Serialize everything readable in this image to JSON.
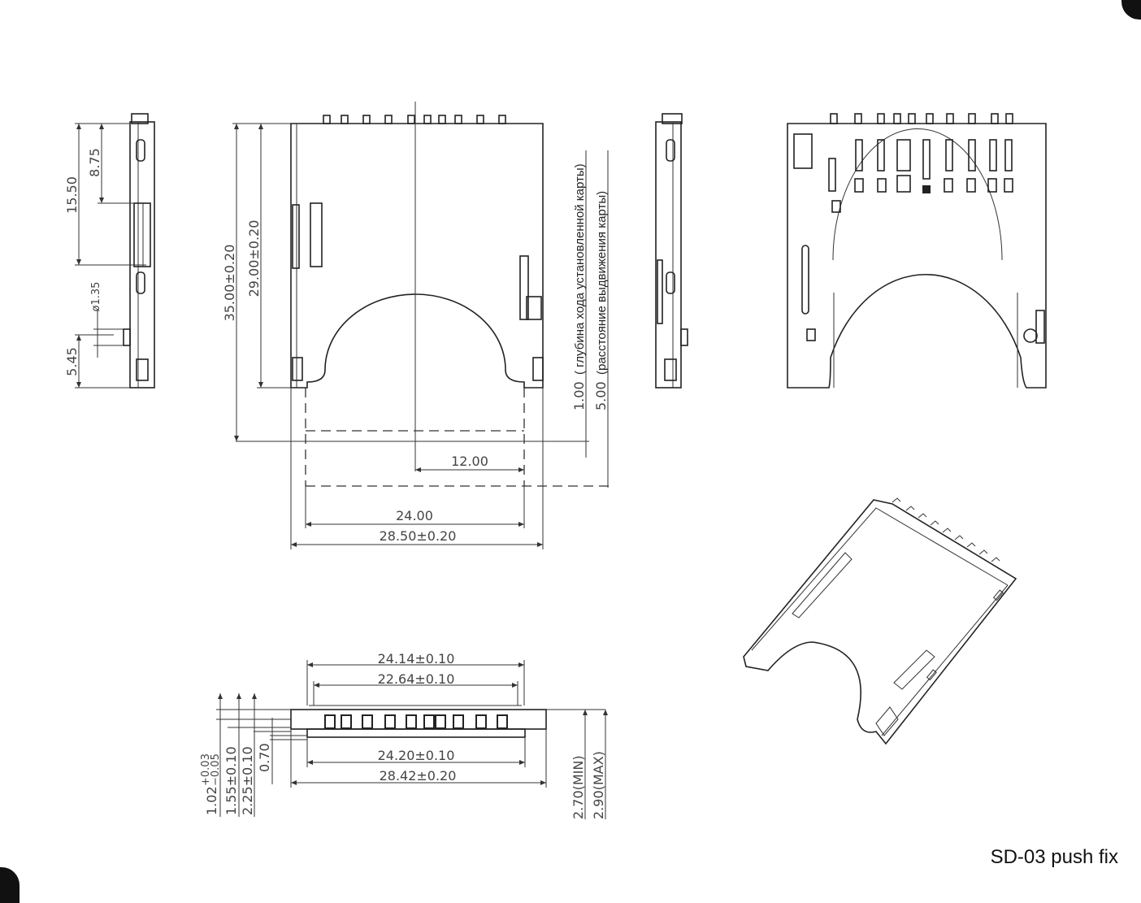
{
  "caption": "SD-03 push fix",
  "side_view": {
    "dims": [
      "15.50",
      "8.75",
      "ø1.35",
      "5.45"
    ]
  },
  "top_view": {
    "dims": {
      "overall_length": "35.00±0.20",
      "body_length": "29.00±0.20",
      "half_width": "12.00",
      "card_width": "24.00",
      "body_width": "28.50±0.20"
    },
    "notes": {
      "travel_depth": "1.00",
      "travel_depth_label": "( глубина хода установленной карты)",
      "eject_distance": "5.00",
      "eject_distance_label": "(расстояние выдвижения карты)"
    }
  },
  "front_view": {
    "dims": {
      "top_outer": "24.14±0.10",
      "top_inner": "22.64±0.10",
      "bottom_inner": "24.20±0.10",
      "bottom_outer": "28.42±0.20",
      "h1": "1.02",
      "h1_tol_plus": "+0.03",
      "h1_tol_minus": "−0.05",
      "h2": "1.55±0.10",
      "h3": "2.25±0.10",
      "h4": "0.70",
      "height_min": "2.70(MIN)",
      "height_max": "2.90(MAX)"
    }
  }
}
